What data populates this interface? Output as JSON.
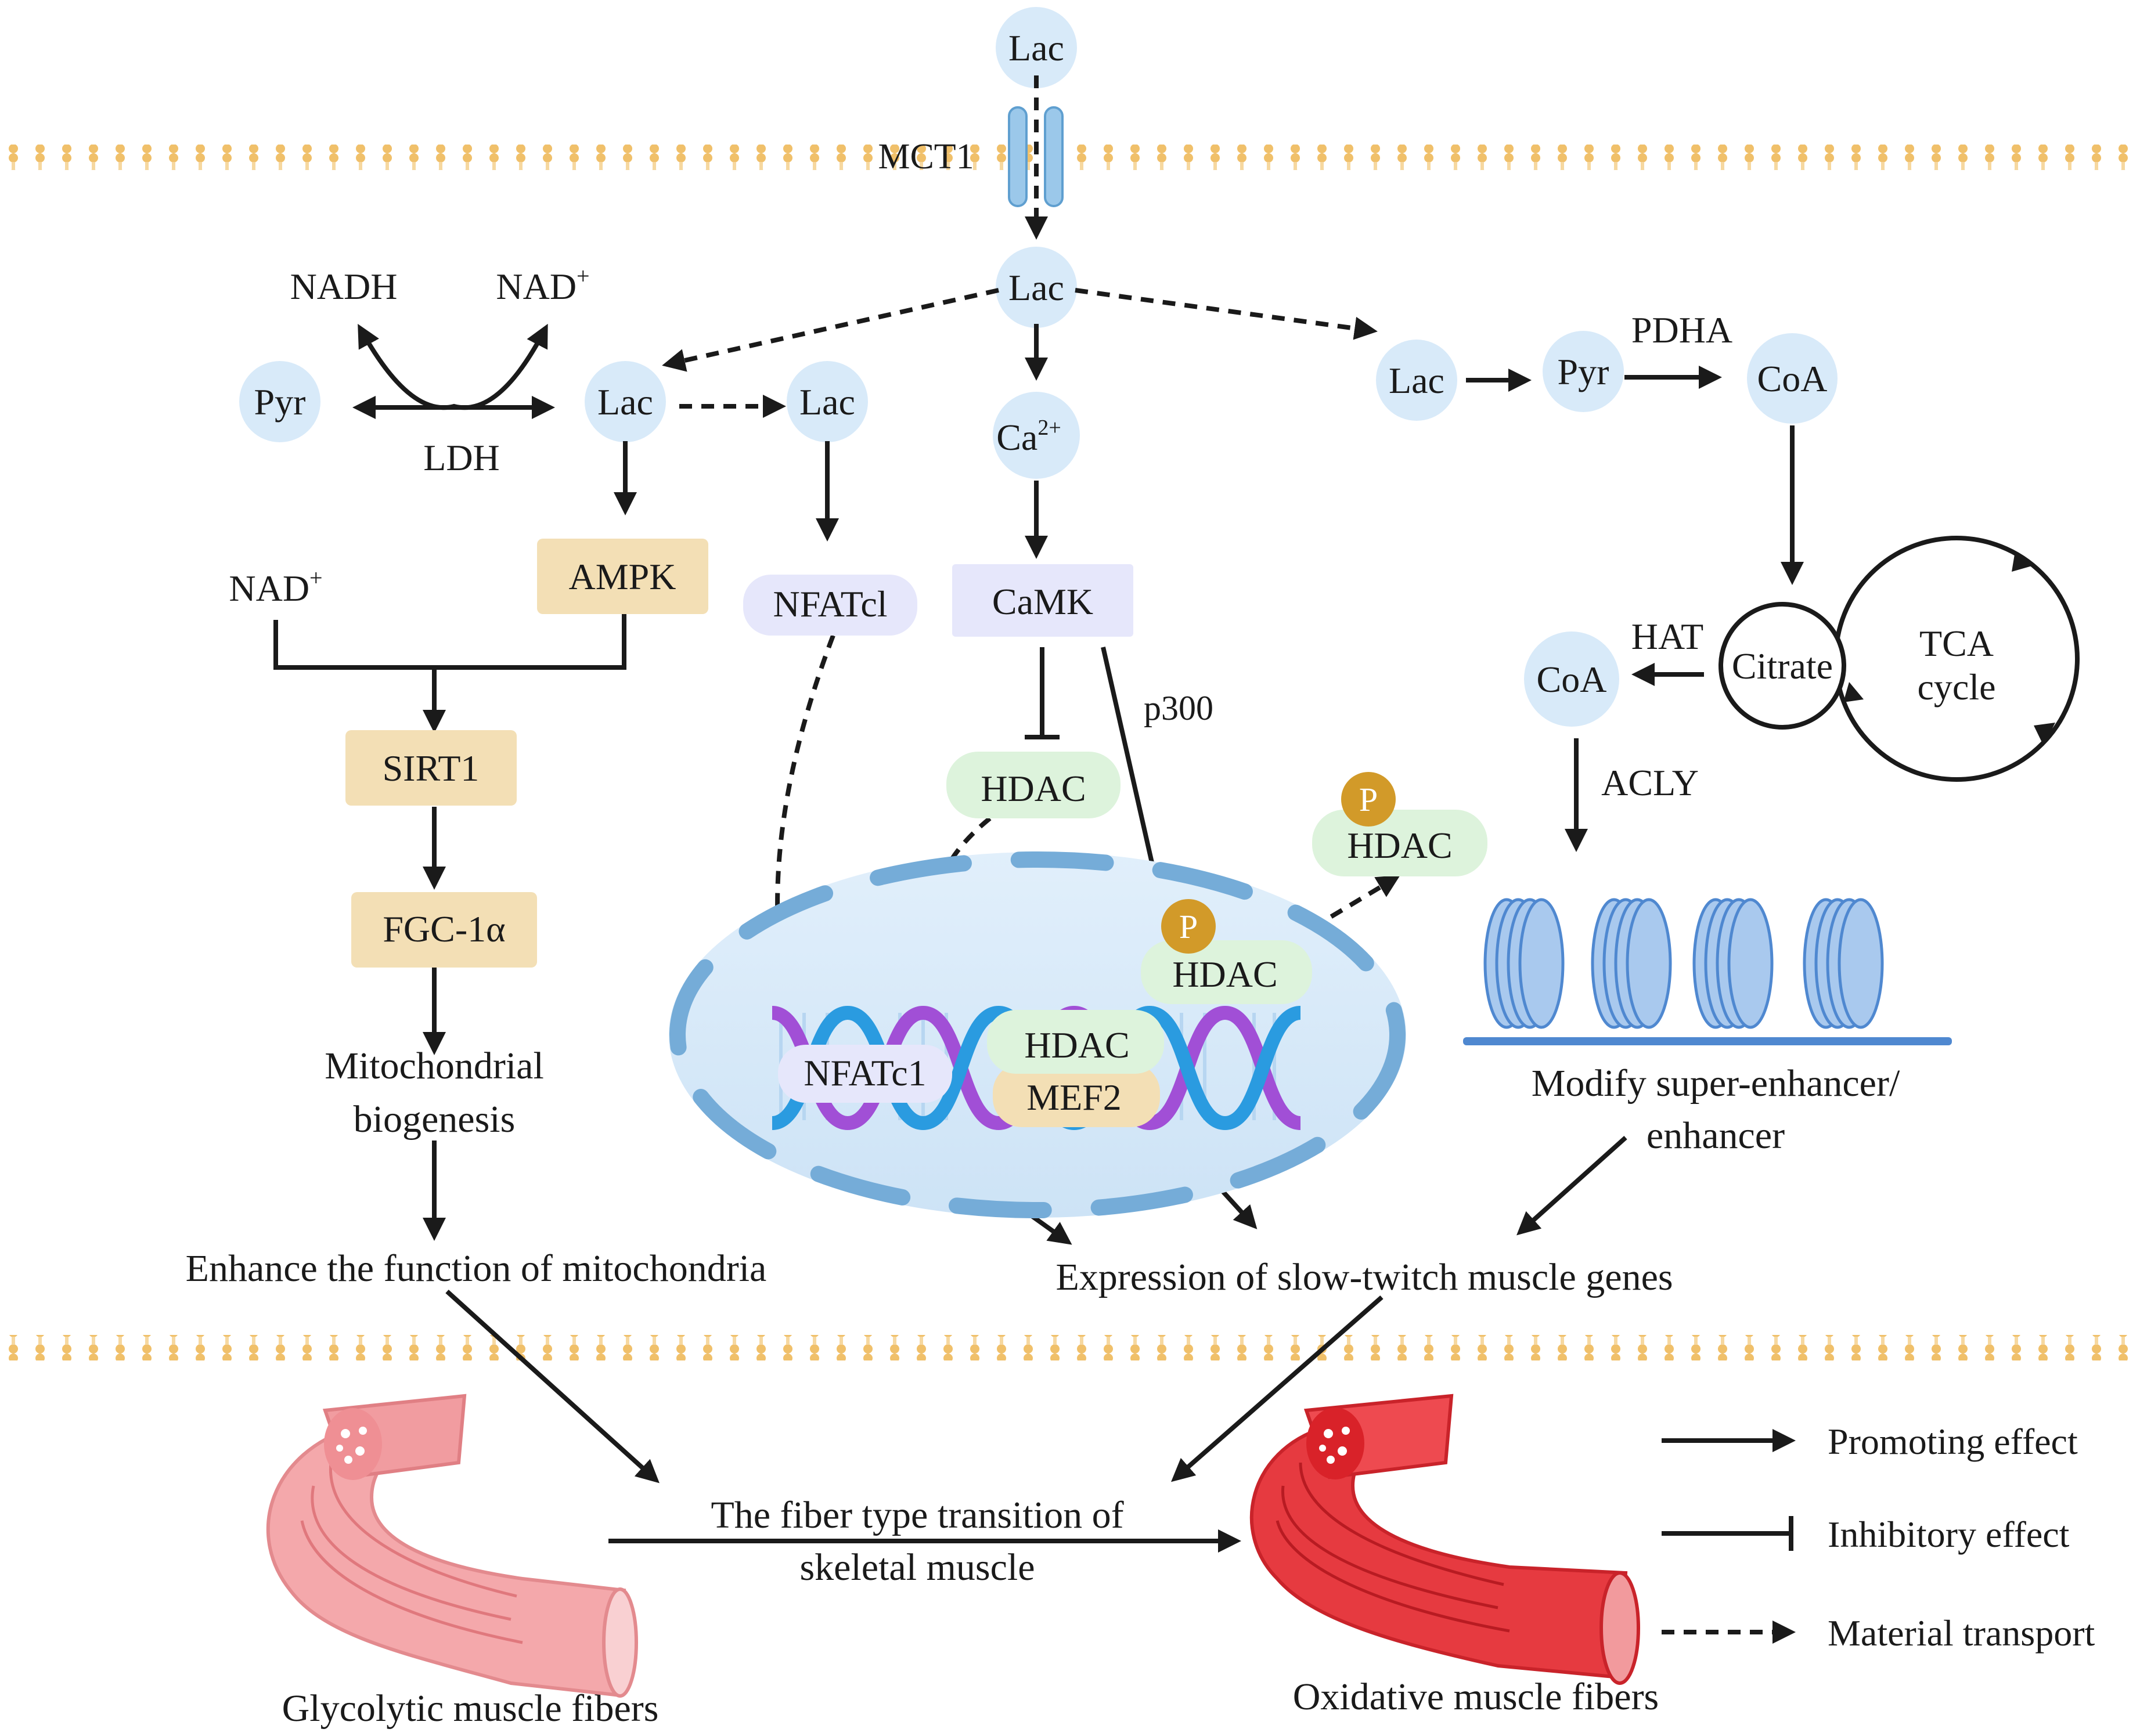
{
  "membrane_label": "MCT1",
  "nodes": {
    "lac_out": "Lac",
    "lac_in": "Lac",
    "lac_left": "Lac",
    "lac_nfat": "Lac",
    "lac_right": "Lac",
    "pyr_left": "Pyr",
    "pyr_right": "Pyr",
    "coa_top": "CoA",
    "coa_mid": "CoA",
    "ca_base": "Ca",
    "ca_sup": "2+"
  },
  "labels": {
    "nadh": "NADH",
    "nad_top": "NAD",
    "nad_top_sup": "+",
    "ldh": "LDH",
    "nad_left": "NAD",
    "nad_left_sup": "+",
    "pdha": "PDHA",
    "hat": "HAT",
    "acly": "ACLY",
    "p300": "p300",
    "citrate": "Citrate",
    "tca_1": "TCA",
    "tca_2": "cycle"
  },
  "boxes": {
    "ampk": "AMPK",
    "sirt1": "SIRT1",
    "pgc": "FGC-1α",
    "nfatc1_cyto": "NFATcl",
    "camk": "CaMK",
    "hdac_cyto": "HDAC",
    "hdac_p_out": "HDAC",
    "hdac_p_nuc": "HDAC",
    "hdac_mef": "HDAC",
    "mef2": "MEF2",
    "nfatc1_nuc": "NFATc1",
    "p_badge": "P"
  },
  "outcomes": {
    "mito_1": "Mitochondrial",
    "mito_2": "biogenesis",
    "enhance": "Enhance the function of mitochondria",
    "modify_1": "Modify super-enhancer/",
    "modify_2": "enhancer",
    "expression": "Expression of slow-twitch muscle genes",
    "transition_1": "The fiber type transition of",
    "transition_2": "skeletal muscle",
    "glycolytic": "Glycolytic muscle fibers",
    "oxidative": "Oxidative muscle fibers"
  },
  "legend": {
    "promoting": "Promoting effect",
    "inhibitory": "Inhibitory effect",
    "transport": "Material transport"
  },
  "colors": {
    "metabolite_circle": "#d8eaf9",
    "tan_box": "#f3dfb5",
    "lavender_box": "#e6e7fb",
    "green_box": "#ddf3dc",
    "phospho": "#d29a29",
    "membrane": "#f0c06a",
    "nucleus": "#d3e7f9",
    "nucleus_ring": "#75acd8",
    "dna_blue": "#2a9be0",
    "dna_purple": "#a14fd6",
    "muscle_light": "#f4a8ab",
    "muscle_dark": "#e63a40"
  }
}
